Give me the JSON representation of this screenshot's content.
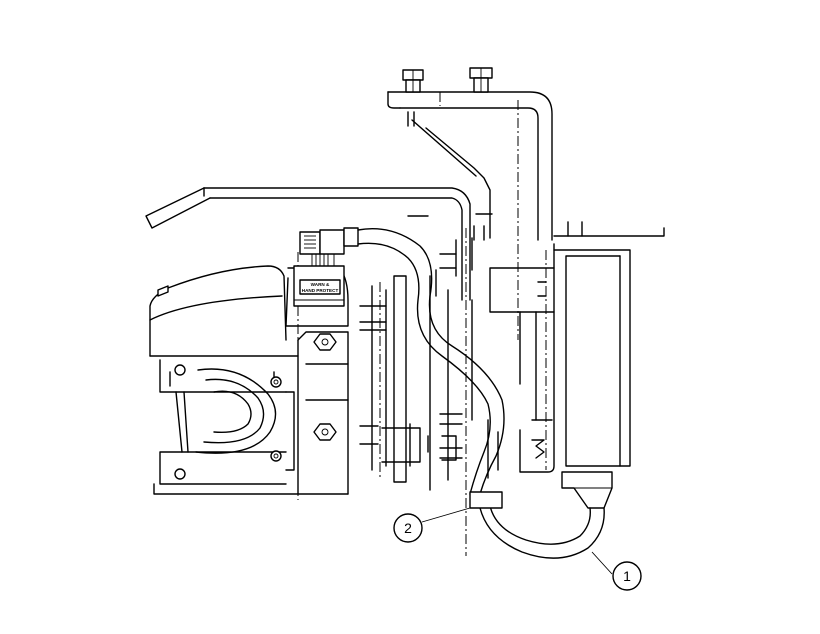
{
  "diagram": {
    "callouts": [
      {
        "id": "callout-1",
        "label": "1"
      },
      {
        "id": "callout-2",
        "label": "2"
      }
    ],
    "plate": {
      "line1": "WARN &",
      "line2": "HAND PROTECT"
    }
  }
}
